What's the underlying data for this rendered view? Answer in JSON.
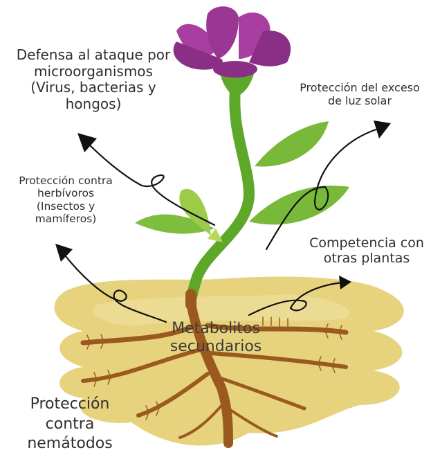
{
  "labels": {
    "defense": "Defensa al ataque por\nmicroorganismos\n(Virus, bacterias y\nhongos)",
    "light": "Protección del exceso\nde luz solar",
    "herbivores": "Protección contra\nherbívoros\n(Insectos y\nmamíferos)",
    "competition": "Competencia con\notras plantas",
    "metabolites": "Metabolitos\nsecundarios",
    "nematodes": "Protección\ncontra\nnemátodos"
  },
  "colors": {
    "petal": "#a83fa0",
    "petal_dark": "#8a2e86",
    "stem": "#5da829",
    "leaf": "#78b93a",
    "root": "#9a5a1f",
    "soil": "#e7d27e",
    "arrow": "#111111",
    "text": "#2f2f2f"
  }
}
